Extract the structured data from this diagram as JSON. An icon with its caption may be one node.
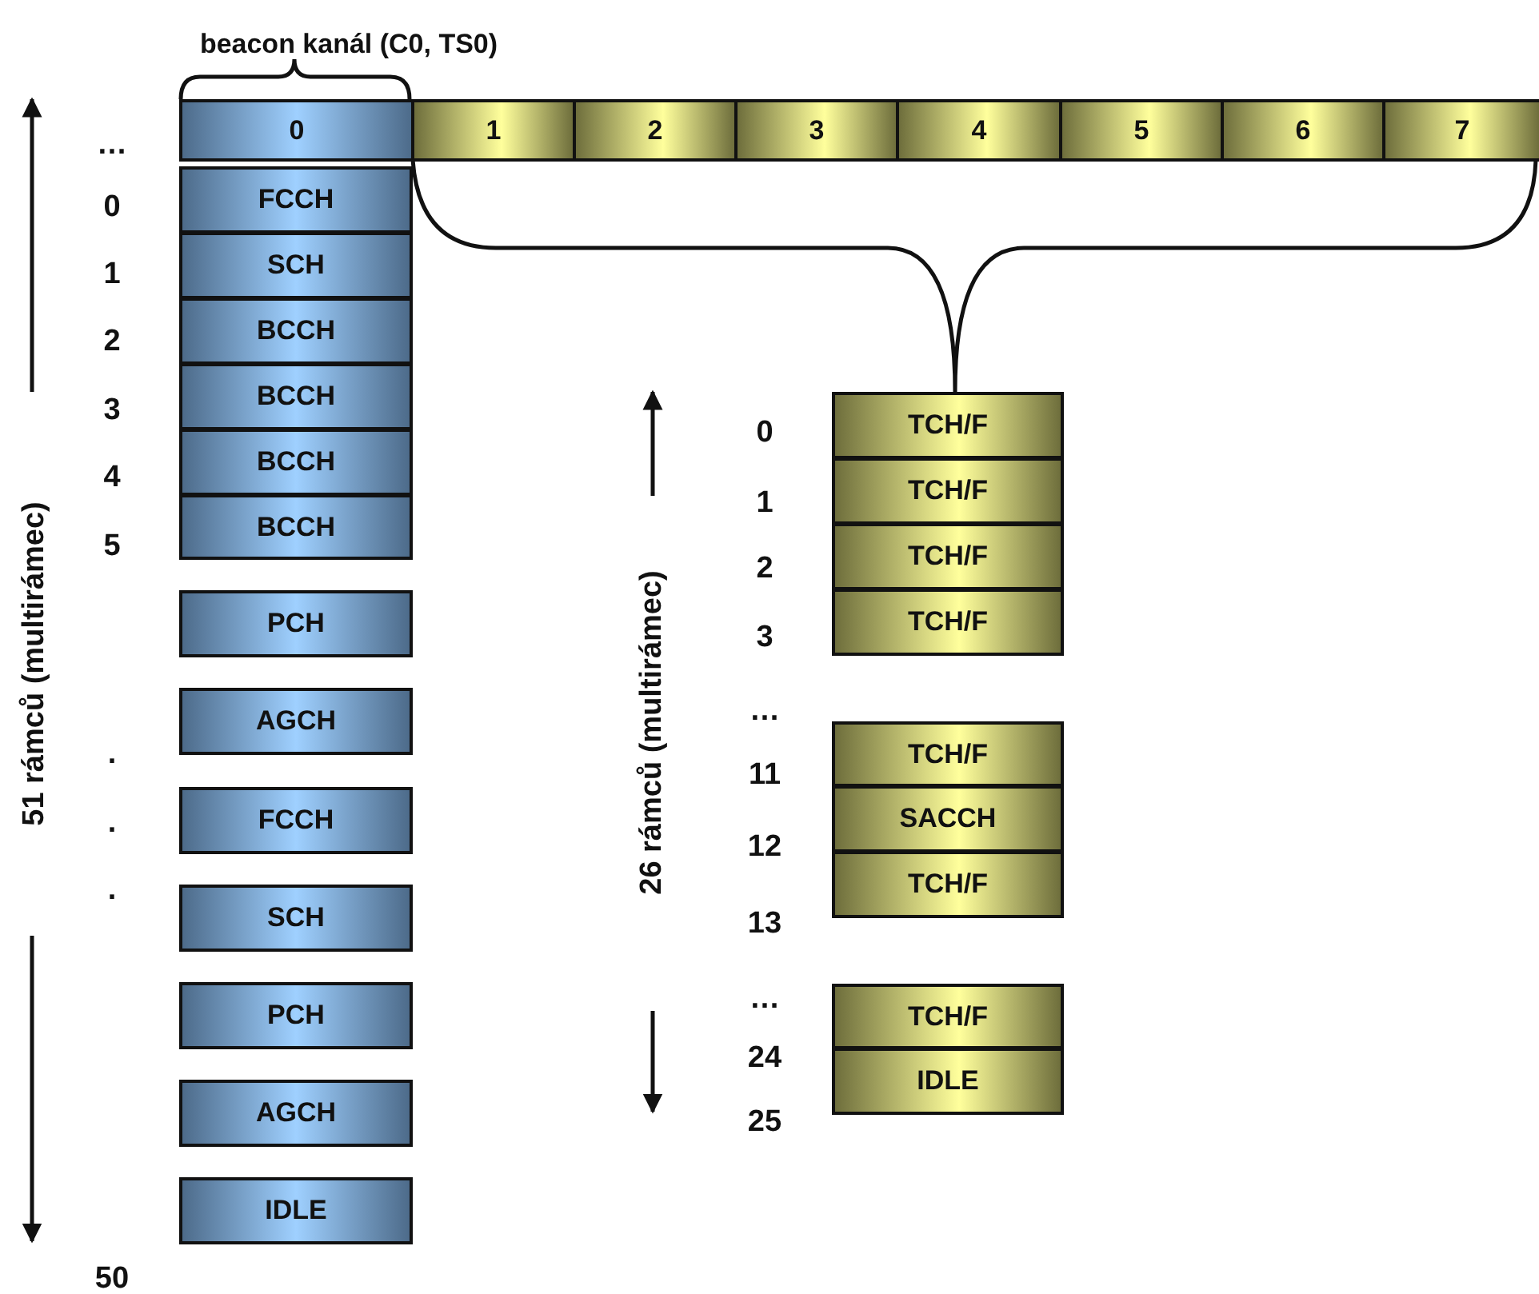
{
  "diagram": {
    "nodes": [
      {
        "text": [
          "0"
        ]
      },
      {
        "text": [
          "1"
        ]
      },
      {
        "text": [
          "2"
        ]
      },
      {
        "text": [
          "3"
        ]
      },
      {
        "text": [
          "4"
        ]
      },
      {
        "text": [
          "5"
        ]
      },
      {
        "text": [
          "6"
        ]
      },
      {
        "text": [
          "7"
        ]
      },
      {
        "text": [
          "FCCH"
        ]
      },
      {
        "text": [
          "SCH"
        ]
      },
      {
        "text": [
          "BCCH"
        ]
      },
      {
        "text": [
          "BCCH"
        ]
      },
      {
        "text": [
          "BCCH"
        ]
      },
      {
        "text": [
          "BCCH"
        ]
      },
      {
        "text": [
          "PCH"
        ]
      },
      {
        "text": [
          "AGCH"
        ]
      },
      {
        "text": [
          "FCCH"
        ]
      },
      {
        "text": [
          "SCH"
        ]
      },
      {
        "text": [
          "PCH"
        ]
      },
      {
        "text": [
          "AGCH"
        ]
      },
      {
        "text": [
          "IDLE"
        ]
      },
      {
        "text": [
          "TCH/F"
        ]
      },
      {
        "text": [
          "TCH/F"
        ]
      },
      {
        "text": [
          "TCH/F"
        ]
      },
      {
        "text": [
          "TCH/F"
        ]
      },
      {
        "text": [
          "TCH/F"
        ]
      },
      {
        "text": [
          "SACCH"
        ]
      },
      {
        "text": [
          "TCH/F"
        ]
      },
      {
        "text": [
          "TCH/F"
        ]
      },
      {
        "text": [
          "IDLE"
        ]
      }
    ],
    "labels": [
      "beacon kanál (C0, TS0)",
      "…",
      "0",
      "1",
      "2",
      "3",
      "4",
      "5",
      ".",
      ".",
      ".",
      "50",
      "51 rámců (multirámec)",
      "26 rámců (multirámec)",
      "0",
      "1",
      "2",
      "3",
      "…",
      "11",
      "12",
      "13",
      "…",
      "24",
      "25"
    ]
  }
}
